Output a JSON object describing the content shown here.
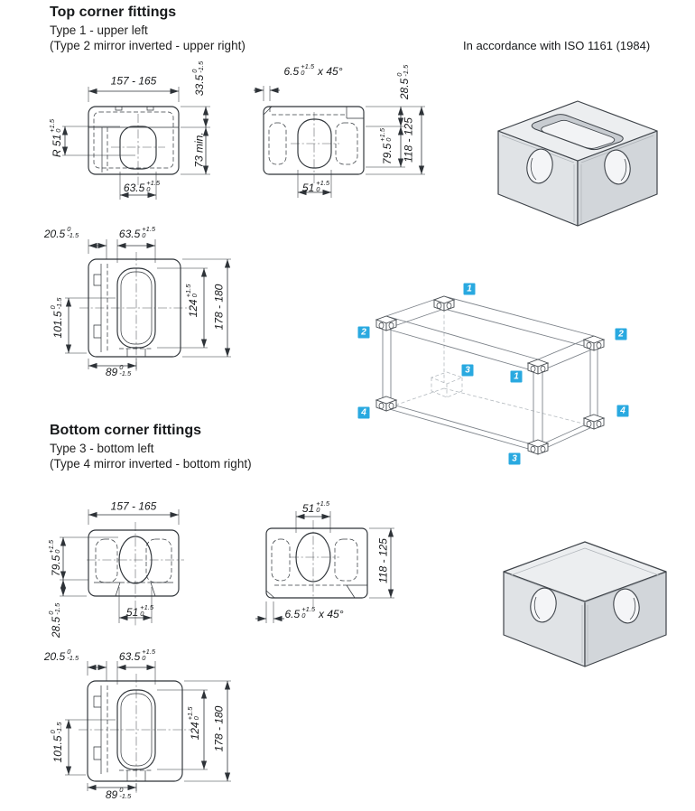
{
  "standard_note": "In accordance with ISO 1161 (1984)",
  "sections": {
    "top": {
      "title": "Top corner fittings",
      "line1": "Type 1 - upper left",
      "line2": "(Type 2 mirror inverted - upper right)"
    },
    "bottom": {
      "title": "Bottom corner fittings",
      "line1": "Type 3 - bottom left",
      "line2": "(Type 4 mirror inverted - bottom right)"
    }
  },
  "colors": {
    "marker_bg": "#29A9E0",
    "line": "#2e3338"
  },
  "frame_markers": {
    "m1": "1",
    "m2": "2",
    "m3": "2",
    "m4": "3",
    "m5": "1",
    "m6": "4",
    "m7": "4",
    "m8": "3"
  },
  "dims": {
    "v1_width": {
      "value": "157 - 165"
    },
    "v1_depth": {
      "value": "33.5",
      "tol_top": "0",
      "tol_bottom": "-1.5"
    },
    "v1_radius": {
      "value": "R 51",
      "tol_top": "+1.5",
      "tol_bottom": "0"
    },
    "v1_min_height": {
      "value": "73 min."
    },
    "v1_slot": {
      "value": "63.5",
      "tol_top": "+1.5",
      "tol_bottom": "0"
    },
    "v2_chamfer": {
      "value": "6.5",
      "tol_top": "+1.5",
      "tol_bottom": "0",
      "suffix": "x 45°"
    },
    "v2_depth": {
      "value": "28.5",
      "tol_top": "0",
      "tol_bottom": "-1.5"
    },
    "v2_height": {
      "value": "79.5",
      "tol_top": "+1.5",
      "tol_bottom": "0"
    },
    "v2_range": {
      "value": "118 - 125"
    },
    "v2_slot": {
      "value": "51",
      "tol_top": "+1.5",
      "tol_bottom": "0"
    },
    "v3_offset": {
      "value": "20.5",
      "tol_top": "0",
      "tol_bottom": "-1.5"
    },
    "v3_slot": {
      "value": "63.5",
      "tol_top": "+1.5",
      "tol_bottom": "0"
    },
    "v3_height": {
      "value": "101.5",
      "tol_top": "0",
      "tol_bottom": "-1.5"
    },
    "v3_aperture": {
      "value": "124",
      "tol_top": "+1.5",
      "tol_bottom": "0"
    },
    "v3_range": {
      "value": "178 - 180"
    },
    "v3_center": {
      "value": "89",
      "tol_top": "0",
      "tol_bottom": "-1.5"
    },
    "v4_width": {
      "value": "157 - 165"
    },
    "v4_height": {
      "value": "79.5",
      "tol_top": "+1.5",
      "tol_bottom": "0"
    },
    "v4_depth": {
      "value": "28.5",
      "tol_top": "0",
      "tol_bottom": "-1.5"
    },
    "v4_slot": {
      "value": "51",
      "tol_top": "+1.5",
      "tol_bottom": "0"
    },
    "v5_slot": {
      "value": "51",
      "tol_top": "+1.5",
      "tol_bottom": "0"
    },
    "v5_range": {
      "value": "118 - 125"
    },
    "v5_chamfer": {
      "value": "6.5",
      "tol_top": "+1.5",
      "tol_bottom": "0",
      "suffix": "x 45°"
    },
    "v6_offset": {
      "value": "20.5",
      "tol_top": "0",
      "tol_bottom": "-1.5"
    },
    "v6_slot": {
      "value": "63.5",
      "tol_top": "+1.5",
      "tol_bottom": "0"
    },
    "v6_height": {
      "value": "101.5",
      "tol_top": "0",
      "tol_bottom": "-1.5"
    },
    "v6_aperture": {
      "value": "124",
      "tol_top": "+1.5",
      "tol_bottom": "0"
    },
    "v6_range": {
      "value": "178 - 180"
    },
    "v6_center": {
      "value": "89",
      "tol_top": "0",
      "tol_bottom": "-1.5"
    }
  }
}
